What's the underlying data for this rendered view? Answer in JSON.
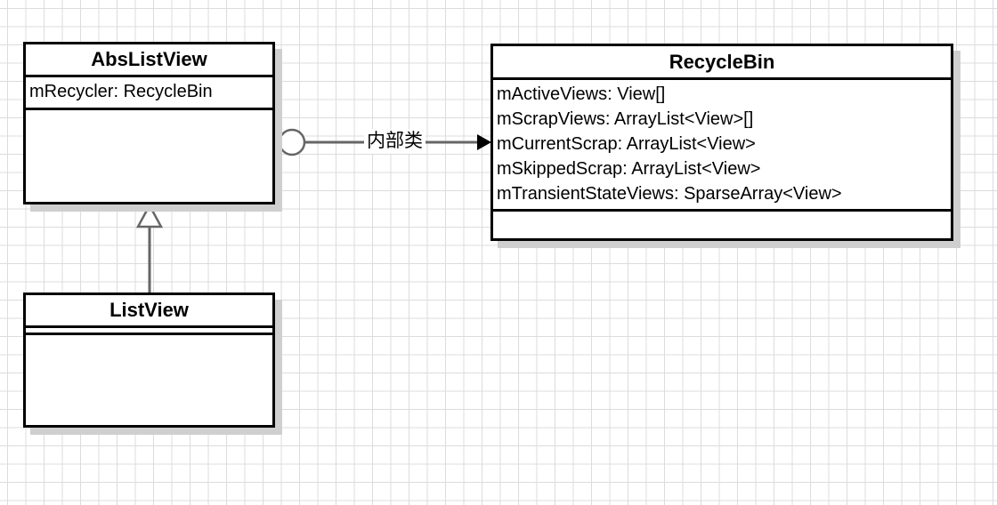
{
  "classes": {
    "abslistview": {
      "name": "AbsListView",
      "attributes": [
        "mRecycler: RecycleBin"
      ]
    },
    "listview": {
      "name": "ListView",
      "attributes": []
    },
    "recyclebin": {
      "name": "RecycleBin",
      "attributes": [
        "mActiveViews: View[]",
        "mScrapViews: ArrayList<View>[]",
        "mCurrentScrap: ArrayList<View>",
        "mSkippedScrap: ArrayList<View>",
        "mTransientStateViews: SparseArray<View>"
      ]
    }
  },
  "edges": {
    "inner_class_label": "内部类"
  },
  "colors": {
    "line": "#000000",
    "connector": "#666666",
    "grid": "#dcdcdc",
    "shadow": "#cfcfcf"
  }
}
